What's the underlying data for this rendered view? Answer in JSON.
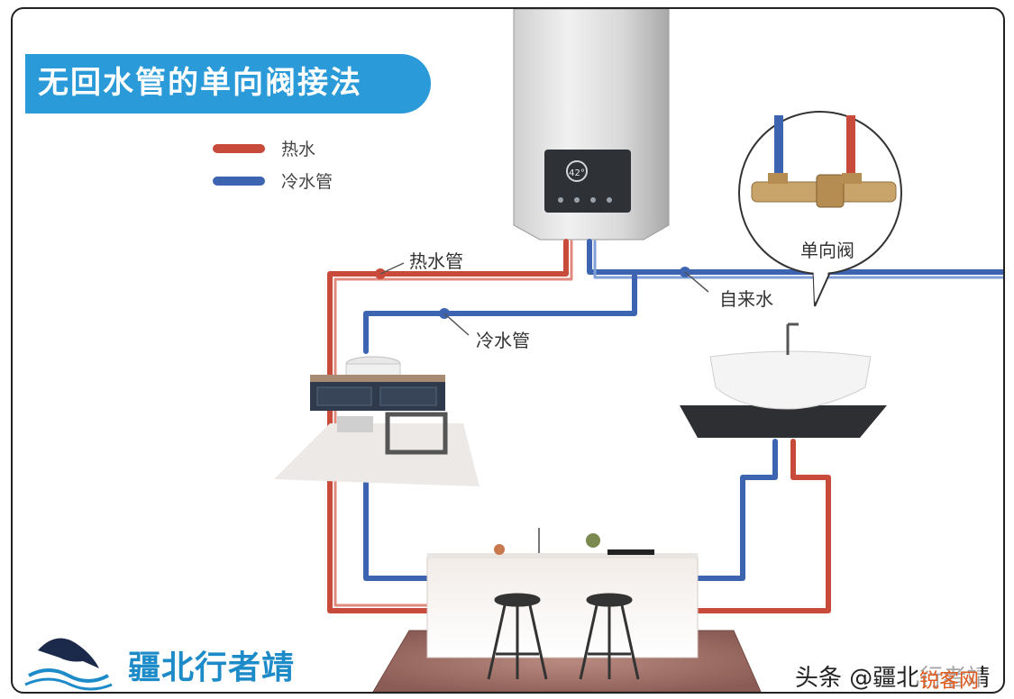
{
  "title": "无回水管的单向阀接法",
  "legend": {
    "hot": {
      "label": "热水",
      "color": "#c84a3a"
    },
    "cold": {
      "label": "冷水管",
      "color": "#3d64b0"
    }
  },
  "labels": {
    "hot_pipe": "热水管",
    "cold_pipe": "冷水管",
    "tap_water": "自来水",
    "check_valve": "单向阀"
  },
  "heater_display": "42°",
  "brand": "疆北行者靖",
  "watermark": {
    "prefix": "头条 @疆北行者靖",
    "site": "锐客网"
  },
  "colors": {
    "hot": "#c84a3a",
    "cold": "#3d64b0",
    "banner": "#2a9ad8",
    "brand": "#1e8bc9"
  }
}
